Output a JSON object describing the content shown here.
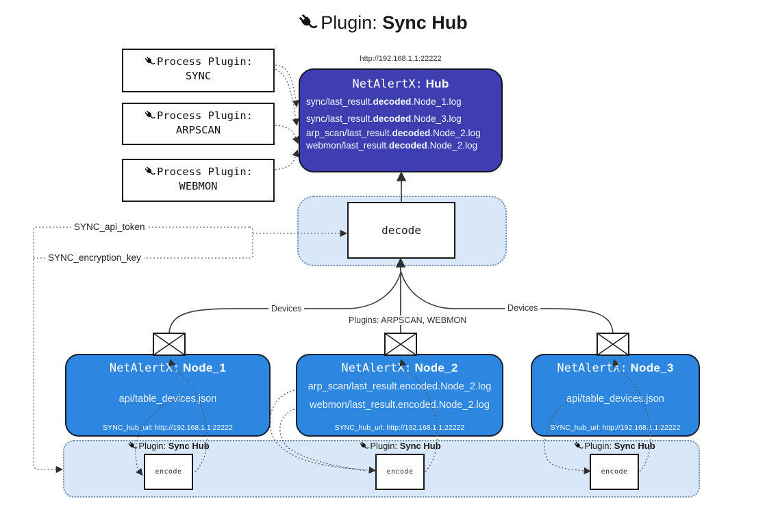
{
  "title": {
    "prefix": "Plugin:",
    "name": "Sync Hub"
  },
  "hub": {
    "url_label": "http://192.168.1.1:22222",
    "name_mono": "NetAlertX:",
    "name_bold": "Hub",
    "files": [
      {
        "pre": "sync/last_result.",
        "mid": "decoded",
        "post": ".Node_1.log"
      },
      {
        "pre": "sync/last_result.",
        "mid": "decoded",
        "post": ".Node_3.log"
      },
      {
        "pre": "arp_scan/last_result.",
        "mid": "decoded",
        "post": ".Node_2.log"
      },
      {
        "pre": "webmon/last_result.",
        "mid": "decoded",
        "post": ".Node_2.log"
      }
    ]
  },
  "process_plugins": [
    {
      "label": "Process Plugin:",
      "name": "SYNC"
    },
    {
      "label": "Process Plugin:",
      "name": "ARPSCAN"
    },
    {
      "label": "Process Plugin:",
      "name": "WEBMON"
    }
  ],
  "decode": {
    "label": "decode"
  },
  "settings": {
    "api_token": "SYNC_api_token",
    "encryption_key": "SYNC_encryption_key"
  },
  "edge_labels": {
    "devices_left": "Devices",
    "plugins_center": "Plugins: ARPSCAN, WEBMON",
    "devices_right": "Devices"
  },
  "nodes": [
    {
      "name_mono": "NetAlertX:",
      "name_bold": "Node_1",
      "files": [
        "api/table_devices.json"
      ],
      "hub_url": "SYNC_hub_url: http://192.168.1.1:22222"
    },
    {
      "name_mono": "NetAlertX:",
      "name_bold": "Node_2",
      "files": [
        "arp_scan/last_result.encoded.Node_2.log",
        "webmon/last_result.encoded.Node_2.log"
      ],
      "hub_url": "SYNC_hub_url: http://192.168.1.1:22222"
    },
    {
      "name_mono": "NetAlertX:",
      "name_bold": "Node_3",
      "files": [
        "api/table_devices.json"
      ],
      "hub_url": "SYNC_hub_url: http://192.168.1.1:22222"
    }
  ],
  "encoders": [
    {
      "plugin_prefix": "Plugin:",
      "plugin_name": "Sync Hub",
      "label": "encode"
    },
    {
      "plugin_prefix": "Plugin:",
      "plugin_name": "Sync Hub",
      "label": "encode"
    },
    {
      "plugin_prefix": "Plugin:",
      "plugin_name": "Sync Hub",
      "label": "encode"
    }
  ],
  "colors": {
    "hub_fill": "#3e3eb0",
    "node_fill": "#2d87e0",
    "panel_fill": "#d9e8f8",
    "panel_border": "#6e8fae",
    "box_border": "#1a1a1a",
    "wire": "#444444",
    "dotted_wire": "#666666",
    "text_on_blue": "#ffffff"
  }
}
